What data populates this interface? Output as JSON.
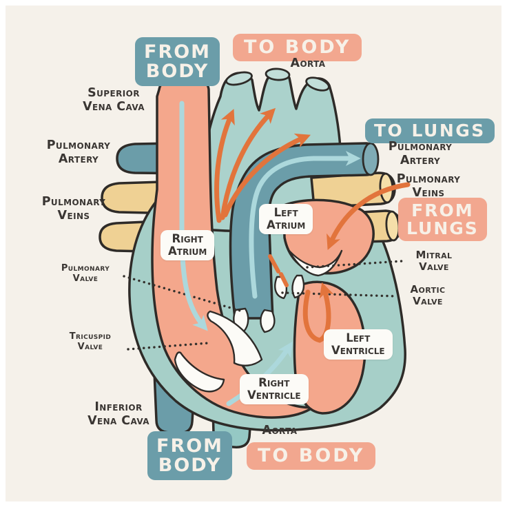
{
  "meta": {
    "title": "Heart blood flow diagram"
  },
  "colors": {
    "background": "#F5F1EA",
    "frame": "#FFFFFF",
    "outline": "#2E2B28",
    "heart_wall_teal": "#A6CFC8",
    "aorta_light_teal": "#ABD2CC",
    "aorta_opening_teal": "#C2DED9",
    "descending_aorta_teal": "#95C8C4",
    "vessel_dark_teal": "#6B9DA9",
    "vessel_opening_teal": "#7FABB5",
    "chamber_salmon": "#F4A78C",
    "pulmonary_vein_yellow": "#EFD194",
    "pulmonary_vein_opening": "#F5DFA9",
    "arrow_orange": "#E2743C",
    "arrow_light_blue": "#ACD8DC",
    "badge_teal": "#6B9DA9",
    "badge_salmon": "#F2A78F",
    "chip_white": "#FCFBF7",
    "label_text": "#3A3633"
  },
  "badges": {
    "from_body_top": {
      "lines": [
        "FROM",
        "BODY"
      ]
    },
    "to_body_top": {
      "lines": [
        "TO BODY"
      ]
    },
    "to_lungs": {
      "lines": [
        "TO LUNGS"
      ]
    },
    "from_lungs": {
      "lines": [
        "FROM",
        "LUNGS"
      ]
    },
    "from_body_bottom": {
      "lines": [
        "FROM",
        "BODY"
      ]
    },
    "to_body_bottom": {
      "lines": [
        "TO BODY"
      ]
    }
  },
  "labels": {
    "aorta_top": {
      "lines": [
        "Aorta"
      ]
    },
    "superior_vena_cava": {
      "lines": [
        "Superior",
        "Vena Cava"
      ]
    },
    "pulmonary_artery_left": {
      "lines": [
        "Pulmonary",
        "Artery"
      ]
    },
    "pulmonary_veins_left": {
      "lines": [
        "Pulmonary",
        "Veins"
      ]
    },
    "pulmonary_valve": {
      "lines": [
        "Pulmonary",
        "Valve"
      ]
    },
    "tricuspid_valve": {
      "lines": [
        "Tricuspid",
        "Valve"
      ]
    },
    "inferior_vena_cava": {
      "lines": [
        "Inferior",
        "Vena Cava"
      ]
    },
    "aorta_bottom": {
      "lines": [
        "Aorta"
      ]
    },
    "pulmonary_artery_right": {
      "lines": [
        "Pulmonary",
        "Artery"
      ]
    },
    "pulmonary_veins_right": {
      "lines": [
        "Pulmonary",
        "Veins"
      ]
    },
    "mitral_valve": {
      "lines": [
        "Mitral",
        "Valve"
      ]
    },
    "aortic_valve": {
      "lines": [
        "Aortic",
        "Valve"
      ]
    }
  },
  "chambers": {
    "right_atrium": {
      "lines": [
        "Right",
        "Atrium"
      ]
    },
    "left_atrium": {
      "lines": [
        "Left",
        "Atrium"
      ]
    },
    "right_ventricle": {
      "lines": [
        "Right",
        "Ventricle"
      ]
    },
    "left_ventricle": {
      "lines": [
        "Left",
        "Ventricle"
      ]
    }
  }
}
